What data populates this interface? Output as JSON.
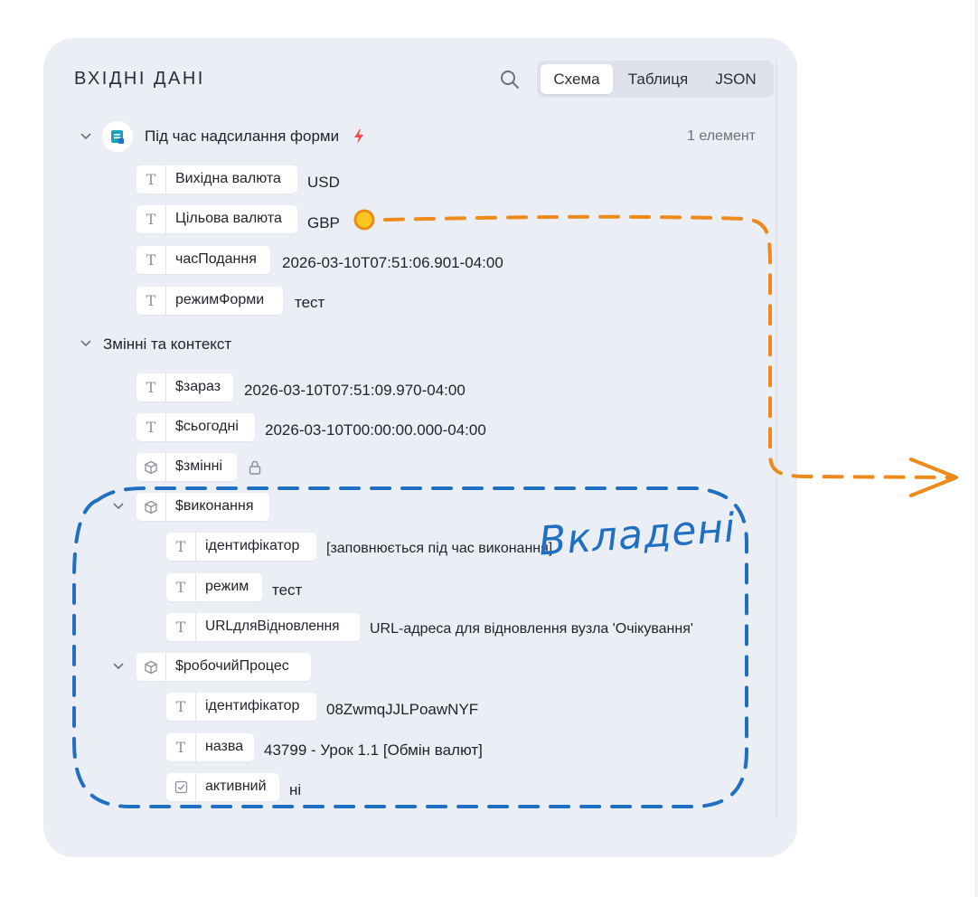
{
  "header": {
    "title": "ВХІДНІ ДАНІ",
    "tabs": [
      {
        "label": "Схема",
        "active": true
      },
      {
        "label": "Таблиця",
        "active": false
      },
      {
        "label": "JSON",
        "active": false
      }
    ]
  },
  "trigger": {
    "name": "Під час надсилання форми",
    "count": "1 елемент",
    "fields": [
      {
        "type": "T",
        "name": "Вихідна валюта",
        "value": "USD"
      },
      {
        "type": "T",
        "name": "Цільова валюта",
        "value": "GBP"
      },
      {
        "type": "T",
        "name": "часПодання",
        "value": "2026-03-10T07:51:06.901-04:00"
      },
      {
        "type": "T",
        "name": "режимФорми",
        "value": "тест"
      }
    ]
  },
  "context": {
    "title": "Змінні та контекст",
    "fields": [
      {
        "type": "T",
        "name": "$зараз",
        "value": "2026-03-10T07:51:09.970-04:00"
      },
      {
        "type": "T",
        "name": "$сьогодні",
        "value": "2026-03-10T00:00:00.000-04:00"
      },
      {
        "type": "object",
        "name": "$змінні",
        "locked": true
      }
    ],
    "execution": {
      "name": "$виконання",
      "fields": [
        {
          "type": "T",
          "name": "ідентифікатор",
          "value": "[заповнюється під час виконання]"
        },
        {
          "type": "T",
          "name": "режим",
          "value": "тест"
        },
        {
          "type": "T",
          "name": "URLдляВідновлення",
          "value": "URL-адреса для відновлення вузла 'Очікування'"
        }
      ]
    },
    "workflow": {
      "name": "$робочийПроцес",
      "fields": [
        {
          "type": "T",
          "name": "ідентифікатор",
          "value": "08ZwmqJJLPoawNYF"
        },
        {
          "type": "T",
          "name": "назва",
          "value": "43799 - Урок 1.1 [Обмін валют]"
        },
        {
          "type": "bool",
          "name": "активний",
          "value": "ні"
        }
      ]
    }
  },
  "annotation": {
    "text": "Вкладені",
    "color": "#1f6fc2",
    "arrow_color": "#ee8a1a"
  },
  "colors": {
    "panel": "#eceef6",
    "accent_lightning": "#f04a4a"
  }
}
